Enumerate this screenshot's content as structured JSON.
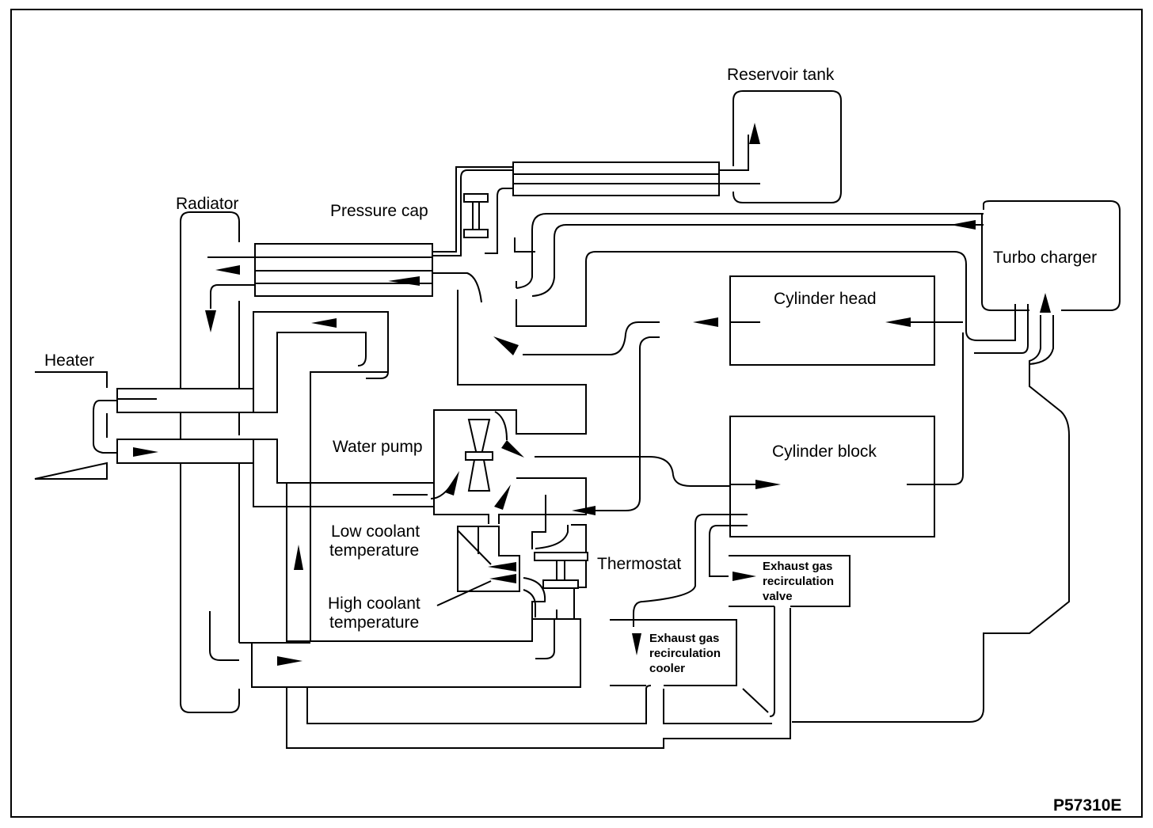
{
  "diagram": {
    "title": "Engine coolant circulation diagram",
    "figure_code": "P57310E",
    "colors": {
      "line": "#000000",
      "background": "#ffffff"
    },
    "components": {
      "reservoir_tank": "Reservoir tank",
      "radiator": "Radiator",
      "pressure_cap": "Pressure cap",
      "turbo_charger": "Turbo charger",
      "heater": "Heater",
      "cylinder_head": "Cylinder head",
      "cylinder_block": "Cylinder block",
      "water_pump": "Water pump",
      "thermostat": "Thermostat",
      "egr_valve": [
        "Exhaust gas",
        "recirculation",
        "valve"
      ],
      "egr_cooler": [
        "Exhaust gas",
        "recirculation",
        "cooler"
      ]
    },
    "callouts": {
      "low_coolant": [
        "Low coolant",
        "temperature"
      ],
      "high_coolant": [
        "High coolant",
        "temperature"
      ]
    }
  }
}
